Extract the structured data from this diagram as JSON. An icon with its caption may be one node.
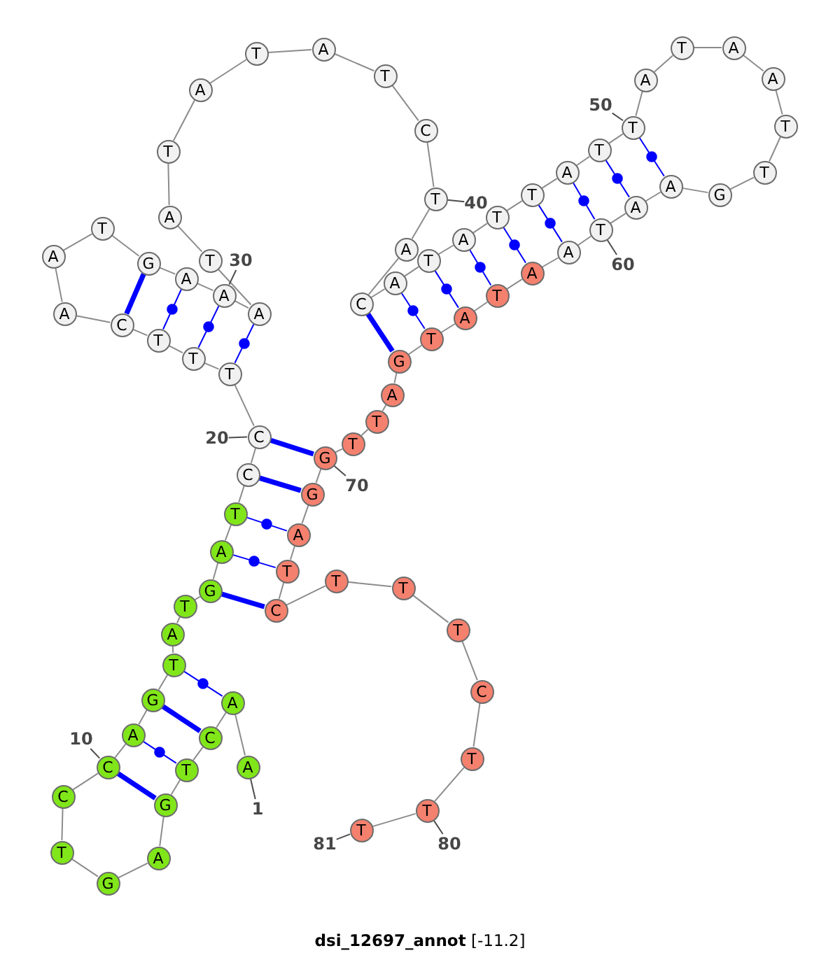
{
  "diagram": {
    "caption": "**dsi_12697_annot** [-11.2]",
    "nodes": [
      {
        "text": [
          "A"
        ]
      },
      {
        "text": [
          "A"
        ]
      },
      {
        "text": [
          "C"
        ]
      },
      {
        "text": [
          "T"
        ]
      },
      {
        "text": [
          "G"
        ]
      },
      {
        "text": [
          "A"
        ]
      },
      {
        "text": [
          "G"
        ]
      },
      {
        "text": [
          "T"
        ]
      },
      {
        "text": [
          "C"
        ]
      },
      {
        "text": [
          "C"
        ]
      },
      {
        "text": [
          "A"
        ]
      },
      {
        "text": [
          "G"
        ]
      },
      {
        "text": [
          "T"
        ]
      },
      {
        "text": [
          "A"
        ]
      },
      {
        "text": [
          "T"
        ]
      },
      {
        "text": [
          "G"
        ]
      },
      {
        "text": [
          "A"
        ]
      },
      {
        "text": [
          "T"
        ]
      },
      {
        "text": [
          "C"
        ]
      },
      {
        "text": [
          "C"
        ]
      },
      {
        "text": [
          "T"
        ]
      },
      {
        "text": [
          "T"
        ]
      },
      {
        "text": [
          "T"
        ]
      },
      {
        "text": [
          "C"
        ]
      },
      {
        "text": [
          "A"
        ]
      },
      {
        "text": [
          "A"
        ]
      },
      {
        "text": [
          "T"
        ]
      },
      {
        "text": [
          "G"
        ]
      },
      {
        "text": [
          "A"
        ]
      },
      {
        "text": [
          "A"
        ]
      },
      {
        "text": [
          "A"
        ]
      },
      {
        "text": [
          "T"
        ]
      },
      {
        "text": [
          "A"
        ]
      },
      {
        "text": [
          "T"
        ]
      },
      {
        "text": [
          "A"
        ]
      },
      {
        "text": [
          "T"
        ]
      },
      {
        "text": [
          "A"
        ]
      },
      {
        "text": [
          "T"
        ]
      },
      {
        "text": [
          "C"
        ]
      },
      {
        "text": [
          "T"
        ]
      },
      {
        "text": [
          "A"
        ]
      },
      {
        "text": [
          "C"
        ]
      },
      {
        "text": [
          "A"
        ]
      },
      {
        "text": [
          "T"
        ]
      },
      {
        "text": [
          "A"
        ]
      },
      {
        "text": [
          "T"
        ]
      },
      {
        "text": [
          "T"
        ]
      },
      {
        "text": [
          "A"
        ]
      },
      {
        "text": [
          "T"
        ]
      },
      {
        "text": [
          "T"
        ]
      },
      {
        "text": [
          "A"
        ]
      },
      {
        "text": [
          "T"
        ]
      },
      {
        "text": [
          "A"
        ]
      },
      {
        "text": [
          "A"
        ]
      },
      {
        "text": [
          "T"
        ]
      },
      {
        "text": [
          "T"
        ]
      },
      {
        "text": [
          "G"
        ]
      },
      {
        "text": [
          "A"
        ]
      },
      {
        "text": [
          "A"
        ]
      },
      {
        "text": [
          "T"
        ]
      },
      {
        "text": [
          "A"
        ]
      },
      {
        "text": [
          "A"
        ]
      },
      {
        "text": [
          "T"
        ]
      },
      {
        "text": [
          "A"
        ]
      },
      {
        "text": [
          "T"
        ]
      },
      {
        "text": [
          "G"
        ]
      },
      {
        "text": [
          "A"
        ]
      },
      {
        "text": [
          "T"
        ]
      },
      {
        "text": [
          "T"
        ]
      },
      {
        "text": [
          "G"
        ]
      },
      {
        "text": [
          "G"
        ]
      },
      {
        "text": [
          "A"
        ]
      },
      {
        "text": [
          "T"
        ]
      },
      {
        "text": [
          "C"
        ]
      },
      {
        "text": [
          "T"
        ]
      },
      {
        "text": [
          "T"
        ]
      },
      {
        "text": [
          "T"
        ]
      },
      {
        "text": [
          "C"
        ]
      },
      {
        "text": [
          "T"
        ]
      },
      {
        "text": [
          "T"
        ]
      },
      {
        "text": [
          "T"
        ]
      },
      {
        "text": [
          "1"
        ]
      },
      {
        "text": [
          "10"
        ]
      },
      {
        "text": [
          "20"
        ]
      },
      {
        "text": [
          "30"
        ]
      },
      {
        "text": [
          "40"
        ]
      },
      {
        "text": [
          "50"
        ]
      },
      {
        "text": [
          "60"
        ]
      },
      {
        "text": [
          "70"
        ]
      },
      {
        "text": [
          "80"
        ]
      },
      {
        "text": [
          "81"
        ]
      }
    ],
    "edges": [
      {
        "from": 0,
        "to": 1,
        "arrow": "none"
      },
      {
        "from": 1,
        "to": 2,
        "arrow": "none"
      },
      {
        "from": 2,
        "to": 3,
        "arrow": "none"
      },
      {
        "from": 3,
        "to": 4,
        "arrow": "none"
      },
      {
        "from": 4,
        "to": 5,
        "arrow": "none"
      },
      {
        "from": 5,
        "to": 6,
        "arrow": "none"
      },
      {
        "from": 6,
        "to": 7,
        "arrow": "none"
      },
      {
        "from": 7,
        "to": 8,
        "arrow": "none"
      },
      {
        "from": 8,
        "to": 9,
        "arrow": "none"
      },
      {
        "from": 9,
        "to": 10,
        "arrow": "none"
      },
      {
        "from": 10,
        "to": 11,
        "arrow": "none"
      },
      {
        "from": 11,
        "to": 12,
        "arrow": "none"
      },
      {
        "from": 12,
        "to": 13,
        "arrow": "none"
      },
      {
        "from": 13,
        "to": 14,
        "arrow": "none"
      },
      {
        "from": 14,
        "to": 15,
        "arrow": "none"
      },
      {
        "from": 15,
        "to": 16,
        "arrow": "none"
      },
      {
        "from": 16,
        "to": 17,
        "arrow": "none"
      },
      {
        "from": 17,
        "to": 18,
        "arrow": "none"
      },
      {
        "from": 18,
        "to": 19,
        "arrow": "none"
      },
      {
        "from": 19,
        "to": 20,
        "arrow": "none"
      },
      {
        "from": 20,
        "to": 21,
        "arrow": "none"
      },
      {
        "from": 21,
        "to": 22,
        "arrow": "none"
      },
      {
        "from": 22,
        "to": 23,
        "arrow": "none"
      },
      {
        "from": 23,
        "to": 24,
        "arrow": "none"
      },
      {
        "from": 24,
        "to": 25,
        "arrow": "none"
      },
      {
        "from": 25,
        "to": 26,
        "arrow": "none"
      },
      {
        "from": 26,
        "to": 27,
        "arrow": "none"
      },
      {
        "from": 27,
        "to": 28,
        "arrow": "none"
      },
      {
        "from": 28,
        "to": 29,
        "arrow": "none"
      },
      {
        "from": 29,
        "to": 30,
        "arrow": "none"
      },
      {
        "from": 30,
        "to": 31,
        "arrow": "none"
      },
      {
        "from": 31,
        "to": 32,
        "arrow": "none"
      },
      {
        "from": 32,
        "to": 33,
        "arrow": "none"
      },
      {
        "from": 33,
        "to": 34,
        "arrow": "none"
      },
      {
        "from": 34,
        "to": 35,
        "arrow": "none"
      },
      {
        "from": 35,
        "to": 36,
        "arrow": "none"
      },
      {
        "from": 36,
        "to": 37,
        "arrow": "none"
      },
      {
        "from": 37,
        "to": 38,
        "arrow": "none"
      },
      {
        "from": 38,
        "to": 39,
        "arrow": "none"
      },
      {
        "from": 39,
        "to": 40,
        "arrow": "none"
      },
      {
        "from": 40,
        "to": 41,
        "arrow": "none"
      },
      {
        "from": 41,
        "to": 42,
        "arrow": "none"
      },
      {
        "from": 42,
        "to": 43,
        "arrow": "none"
      },
      {
        "from": 43,
        "to": 44,
        "arrow": "none"
      },
      {
        "from": 44,
        "to": 45,
        "arrow": "none"
      },
      {
        "from": 45,
        "to": 46,
        "arrow": "none"
      },
      {
        "from": 46,
        "to": 47,
        "arrow": "none"
      },
      {
        "from": 47,
        "to": 48,
        "arrow": "none"
      },
      {
        "from": 48,
        "to": 49,
        "arrow": "none"
      },
      {
        "from": 49,
        "to": 50,
        "arrow": "none"
      },
      {
        "from": 50,
        "to": 51,
        "arrow": "none"
      },
      {
        "from": 51,
        "to": 52,
        "arrow": "none"
      },
      {
        "from": 52,
        "to": 53,
        "arrow": "none"
      },
      {
        "from": 53,
        "to": 54,
        "arrow": "none"
      },
      {
        "from": 54,
        "to": 55,
        "arrow": "none"
      },
      {
        "from": 55,
        "to": 56,
        "arrow": "none"
      },
      {
        "from": 56,
        "to": 57,
        "arrow": "none"
      },
      {
        "from": 57,
        "to": 58,
        "arrow": "none"
      },
      {
        "from": 58,
        "to": 59,
        "arrow": "none"
      },
      {
        "from": 59,
        "to": 60,
        "arrow": "none"
      },
      {
        "from": 60,
        "to": 61,
        "arrow": "none"
      },
      {
        "from": 61,
        "to": 62,
        "arrow": "none"
      },
      {
        "from": 62,
        "to": 63,
        "arrow": "none"
      },
      {
        "from": 63,
        "to": 64,
        "arrow": "none"
      },
      {
        "from": 64,
        "to": 65,
        "arrow": "none"
      },
      {
        "from": 65,
        "to": 66,
        "arrow": "none"
      },
      {
        "from": 66,
        "to": 67,
        "arrow": "none"
      },
      {
        "from": 67,
        "to": 68,
        "arrow": "none"
      },
      {
        "from": 68,
        "to": 69,
        "arrow": "none"
      },
      {
        "from": 69,
        "to": 70,
        "arrow": "none"
      },
      {
        "from": 70,
        "to": 71,
        "arrow": "none"
      },
      {
        "from": 71,
        "to": 72,
        "arrow": "none"
      },
      {
        "from": 72,
        "to": 73,
        "arrow": "none"
      },
      {
        "from": 73,
        "to": 74,
        "arrow": "none"
      },
      {
        "from": 74,
        "to": 75,
        "arrow": "none"
      },
      {
        "from": 75,
        "to": 76,
        "arrow": "none"
      },
      {
        "from": 76,
        "to": 77,
        "arrow": "none"
      },
      {
        "from": 77,
        "to": 78,
        "arrow": "none"
      },
      {
        "from": 78,
        "to": 79,
        "arrow": "none"
      },
      {
        "from": 79,
        "to": 80,
        "arrow": "none"
      },
      {
        "from": 1,
        "to": 12,
        "arrow": "none",
        "color": "#0000ff"
      },
      {
        "from": 2,
        "to": 11,
        "arrow": "none",
        "style": "thick",
        "color": "#0000ff"
      },
      {
        "from": 3,
        "to": 10,
        "arrow": "none",
        "color": "#0000ff"
      },
      {
        "from": 4,
        "to": 9,
        "arrow": "none",
        "style": "thick",
        "color": "#0000ff"
      },
      {
        "from": 15,
        "to": 73,
        "arrow": "none",
        "style": "thick",
        "color": "#0000ff"
      },
      {
        "from": 16,
        "to": 72,
        "arrow": "none",
        "color": "#0000ff"
      },
      {
        "from": 17,
        "to": 71,
        "arrow": "none",
        "color": "#0000ff"
      },
      {
        "from": 18,
        "to": 70,
        "arrow": "none",
        "style": "thick",
        "color": "#0000ff"
      },
      {
        "from": 19,
        "to": 69,
        "arrow": "none",
        "style": "thick",
        "color": "#0000ff"
      },
      {
        "from": 20,
        "to": 30,
        "arrow": "none",
        "color": "#0000ff"
      },
      {
        "from": 21,
        "to": 29,
        "arrow": "none",
        "color": "#0000ff"
      },
      {
        "from": 22,
        "to": 28,
        "arrow": "none",
        "color": "#0000ff"
      },
      {
        "from": 23,
        "to": 27,
        "arrow": "none",
        "style": "thick",
        "color": "#0000ff"
      },
      {
        "from": 41,
        "to": 65,
        "arrow": "none",
        "style": "thick",
        "color": "#0000ff"
      },
      {
        "from": 42,
        "to": 64,
        "arrow": "none",
        "color": "#0000ff"
      },
      {
        "from": 43,
        "to": 63,
        "arrow": "none",
        "color": "#0000ff"
      },
      {
        "from": 44,
        "to": 62,
        "arrow": "none",
        "color": "#0000ff"
      },
      {
        "from": 45,
        "to": 61,
        "arrow": "none",
        "color": "#0000ff"
      },
      {
        "from": 46,
        "to": 60,
        "arrow": "none",
        "color": "#0000ff"
      },
      {
        "from": 47,
        "to": 59,
        "arrow": "none",
        "color": "#0000ff"
      },
      {
        "from": 48,
        "to": 58,
        "arrow": "none",
        "color": "#0000ff"
      },
      {
        "from": 49,
        "to": 57,
        "arrow": "none",
        "color": "#0000ff"
      },
      {
        "from": 81,
        "to": 0,
        "arrow": "none",
        "color": "#4d4d4d"
      },
      {
        "from": 82,
        "to": 9,
        "arrow": "none",
        "color": "#4d4d4d"
      },
      {
        "from": 83,
        "to": 19,
        "arrow": "none",
        "color": "#4d4d4d"
      },
      {
        "from": 84,
        "to": 29,
        "arrow": "none",
        "color": "#4d4d4d"
      },
      {
        "from": 85,
        "to": 39,
        "arrow": "none",
        "color": "#4d4d4d"
      },
      {
        "from": 86,
        "to": 49,
        "arrow": "none",
        "color": "#4d4d4d"
      },
      {
        "from": 87,
        "to": 59,
        "arrow": "none",
        "color": "#4d4d4d"
      },
      {
        "from": 88,
        "to": 69,
        "arrow": "none",
        "color": "#4d4d4d"
      },
      {
        "from": 89,
        "to": 79,
        "arrow": "none",
        "color": "#4d4d4d"
      },
      {
        "from": 90,
        "to": 80,
        "arrow": "none",
        "color": "#4d4d4d"
      }
    ]
  }
}
